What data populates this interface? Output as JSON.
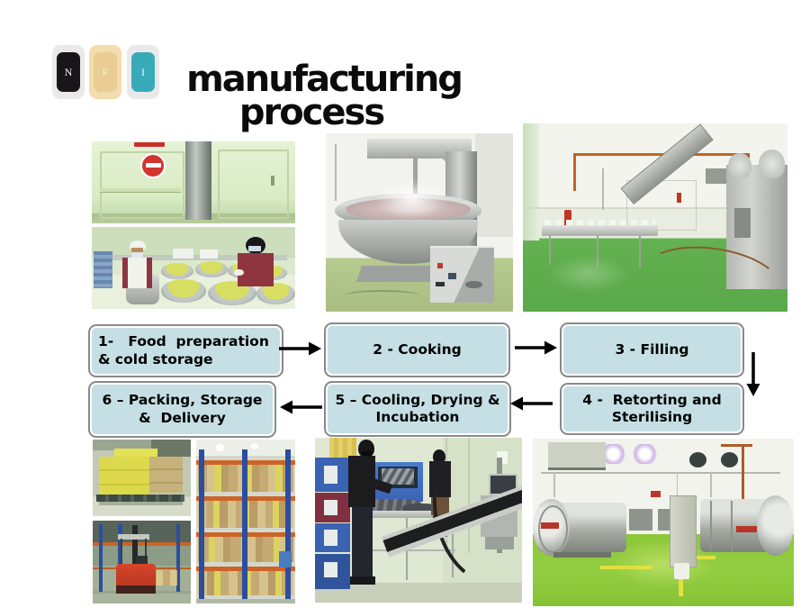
{
  "header": {
    "title_line1": "manufacturing",
    "title_line2": "process"
  },
  "logo": {
    "tiles": [
      {
        "letter": "N",
        "tile_color": "#19161b",
        "frame_color": "#e9e9e9",
        "letter_color": "#f5f5f5"
      },
      {
        "letter": "F",
        "tile_color": "#e9cd94",
        "frame_color": "#f3dcae",
        "letter_color": "#faf3e0"
      },
      {
        "letter": "I",
        "tile_color": "#38abb9",
        "frame_color": "#e9e9e9",
        "letter_color": "#f5f5f5"
      }
    ]
  },
  "flowchart": {
    "box_fill_color": "#c5dfe4",
    "box_border_color": "#898989",
    "text_color": "#000000",
    "arrow_color": "#000000",
    "steps": [
      {
        "label": "1-   Food  preparation\n& cold storage"
      },
      {
        "label": "2 - Cooking"
      },
      {
        "label": "3 - Filling"
      },
      {
        "label": "4 -  Retorting and\nSterilising"
      },
      {
        "label": "5 – Cooling, Drying &\nIncubation"
      },
      {
        "label": "6 – Packing, Storage\n&  Delivery"
      }
    ]
  },
  "palette": {
    "slide_background": "#ffffff",
    "title_color": "#0b0b0b",
    "factory_wall_green": "#d8ebc4",
    "factory_floor_green": "#62b04f",
    "retort_floor_green": "#8cc838",
    "rack_post_blue": "#2c4e9e",
    "rack_beam_orange": "#cc6426",
    "forklift_red": "#d6452c",
    "carton_yellow": "#dcd94c",
    "no_entry_red": "#d23430"
  }
}
